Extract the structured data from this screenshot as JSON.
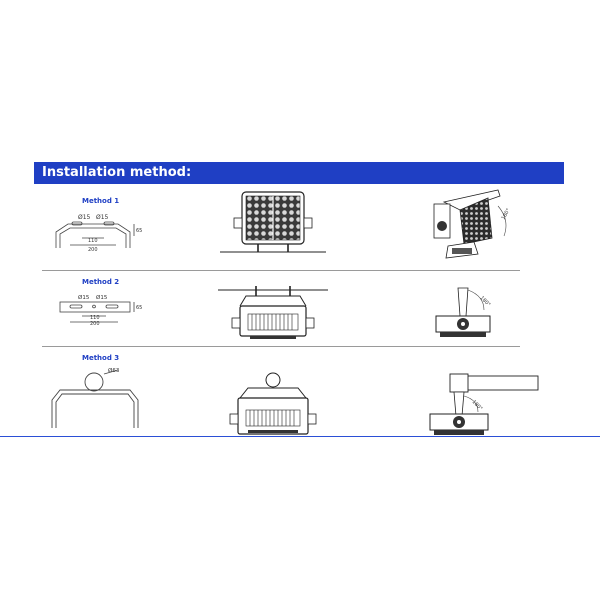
{
  "header": {
    "title": "Installation method:",
    "bg_color": "#1f3fc4"
  },
  "methods": [
    {
      "label": "Method 1",
      "dims": {
        "hole_left": "Ø15",
        "hole_right": "Ø15",
        "inner": "110",
        "outer": "200",
        "height": "65"
      },
      "angle": "180°"
    },
    {
      "label": "Method 2",
      "dims": {
        "hole_left": "Ø15",
        "hole_right": "Ø15",
        "inner": "110",
        "outer": "200",
        "height": "65"
      },
      "angle": "180°"
    },
    {
      "label": "Method 3",
      "dims": {
        "pipe": "Ø63"
      },
      "angle": "180°"
    }
  ],
  "colors": {
    "accent": "#1f3fc4",
    "line": "#333333",
    "floor": "#2b4fd6"
  }
}
